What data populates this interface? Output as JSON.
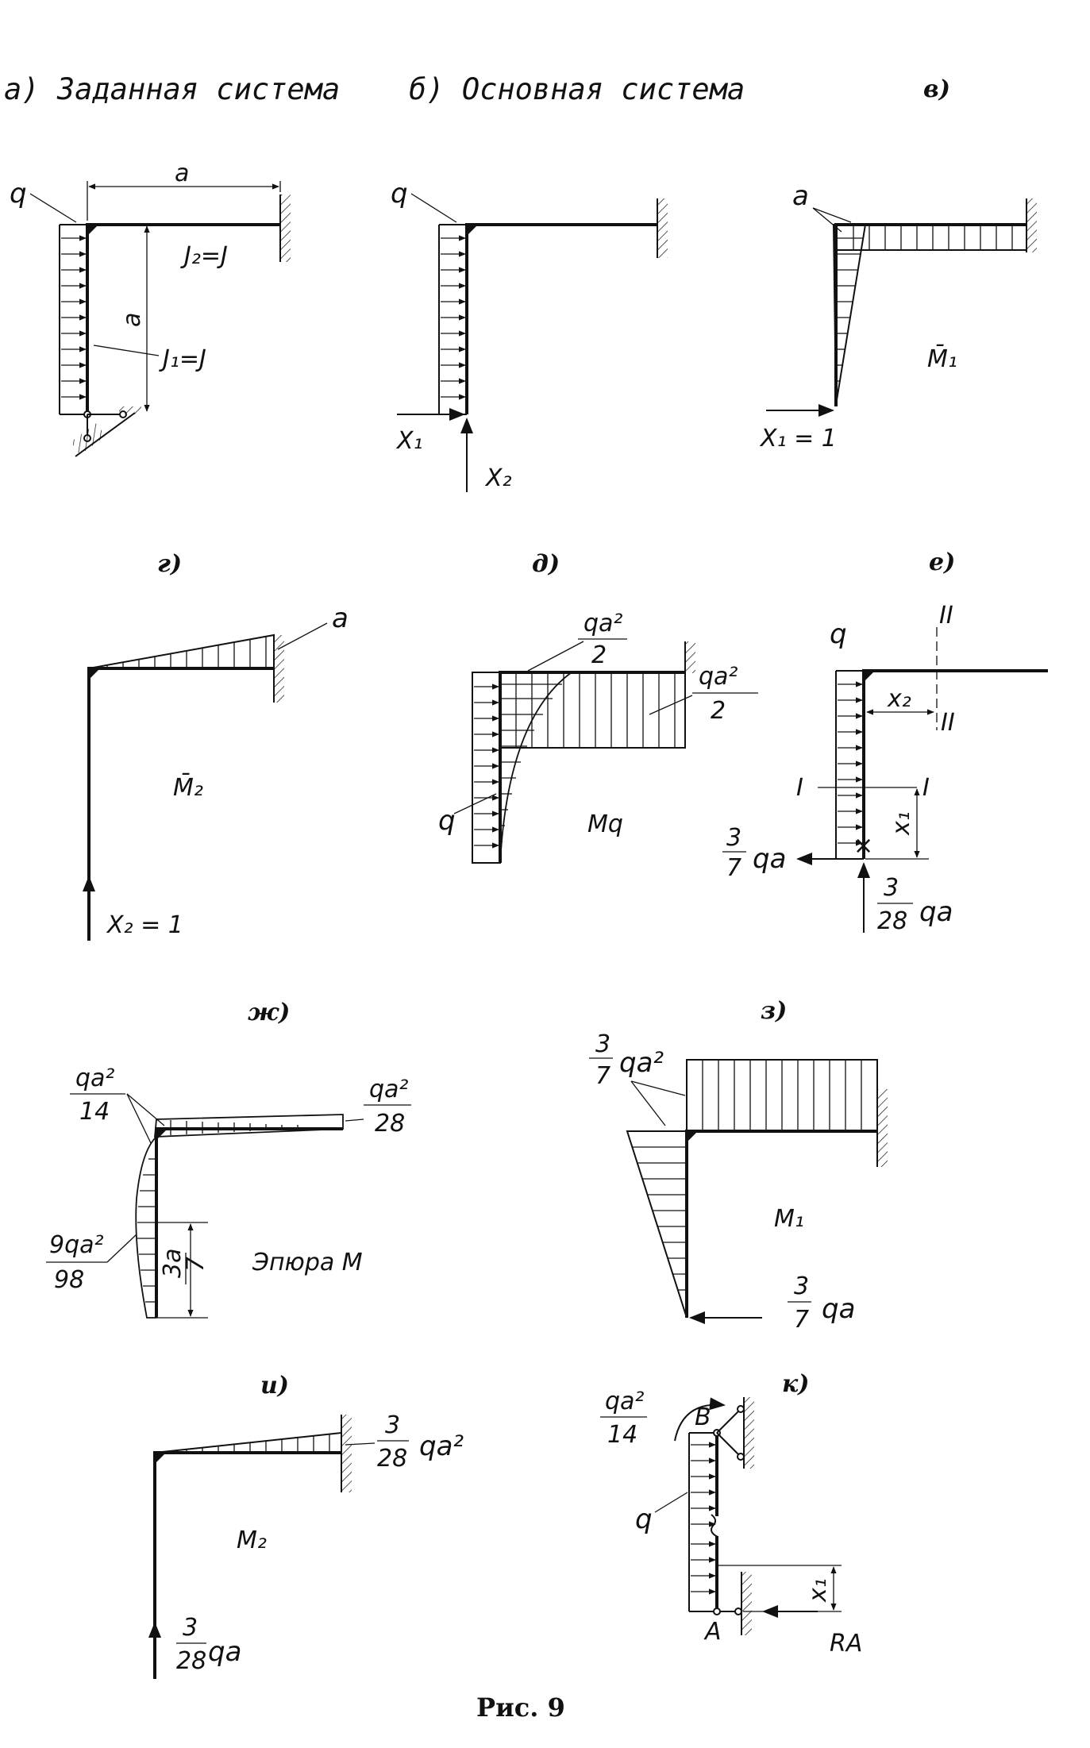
{
  "captions": {
    "a": "а) Заданная система",
    "b": "б) Основная система",
    "v": "в)",
    "g": "г)",
    "d": "д)",
    "e": "е)",
    "zh": "ж)",
    "z": "з)",
    "i": "и)",
    "k": "к)"
  },
  "panel_a": {
    "q": "q",
    "span_top": "a",
    "span_side": "a",
    "J2": "J₂=J",
    "J1": "J₁=J"
  },
  "panel_b": {
    "q": "q",
    "X1": "X₁",
    "X2": "X₂"
  },
  "panel_v": {
    "a": "a",
    "M1": "M̄₁",
    "X1": "X₁ = 1"
  },
  "panel_g": {
    "a": "a",
    "M2": "M̄₂",
    "X2": "X₂ = 1"
  },
  "panel_d": {
    "qa2_2_top": "qa²/2",
    "qa2_2_right": "qa²/2",
    "q": "q",
    "Mq": "Mq"
  },
  "panel_e": {
    "q": "q",
    "II": "II",
    "I": "I",
    "x1": "x₁",
    "x2": "x₂",
    "h_num": "3",
    "h_den": "7",
    "h_tail": "qa",
    "v_num": "3",
    "v_den": "28",
    "v_tail": "qa"
  },
  "panel_zh": {
    "top_num": "qa²",
    "top_den": "14",
    "right_num": "qa²",
    "right_den": "28",
    "low_num": "9qa²",
    "low_den": "98",
    "dist_num": "3a",
    "dist_den": "7",
    "title": "Эпюра М"
  },
  "panel_z": {
    "top_num": "3",
    "top_den": "7",
    "top_tail": "qa²",
    "M1": "M₁",
    "force_num": "3",
    "force_den": "7",
    "force_tail": "qa"
  },
  "panel_i": {
    "right_num": "3",
    "right_den": "28",
    "right_tail": "qa²",
    "M2": "M₂",
    "force_num": "3",
    "force_den": "28",
    "force_tail": "qa"
  },
  "panel_k": {
    "moment_num": "qa²",
    "moment_den": "14",
    "B": "B",
    "q": "q",
    "x1": "x₁",
    "A": "A",
    "RA": "RA"
  },
  "figure_caption": "Рис. 9"
}
